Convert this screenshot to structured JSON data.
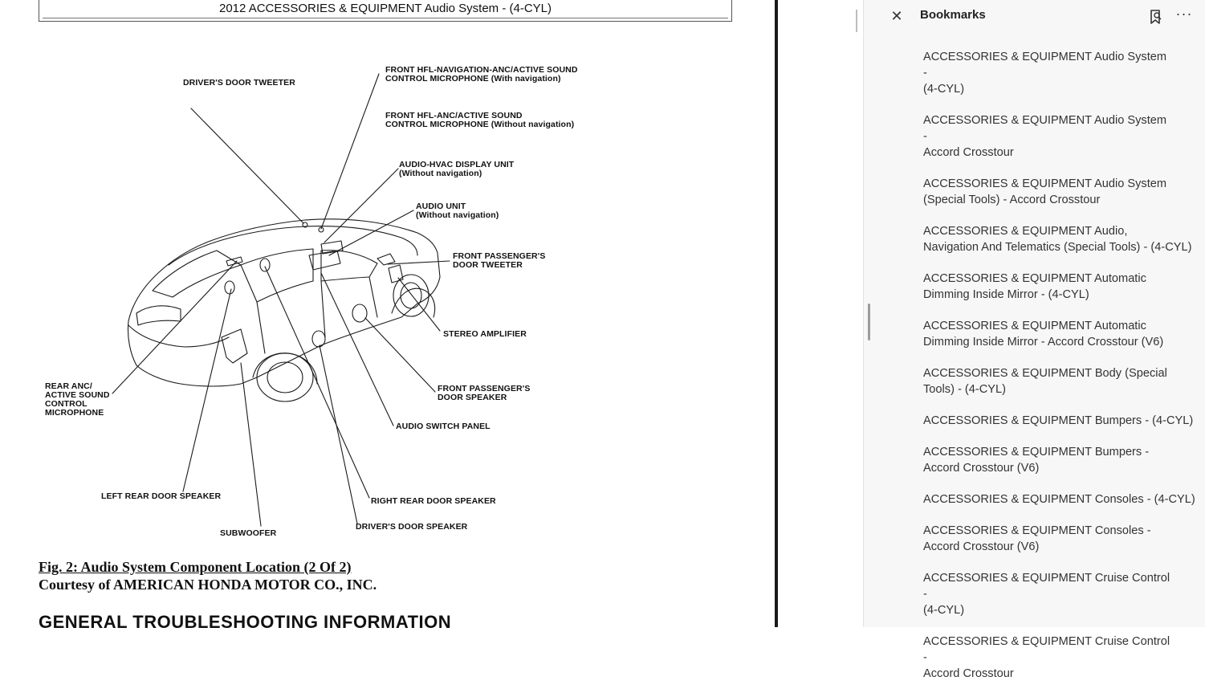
{
  "document": {
    "header_title": "2012 ACCESSORIES & EQUIPMENT Audio System - (4-CYL)",
    "diagram_labels": {
      "drivers_door_tweeter": "DRIVER'S DOOR TWEETER",
      "front_hfl_nav_1": "FRONT HFL-NAVIGATION-ANC/ACTIVE SOUND",
      "front_hfl_nav_2": "CONTROL MICROPHONE (With navigation)",
      "front_hfl_anc_1": "FRONT HFL-ANC/ACTIVE SOUND",
      "front_hfl_anc_2": "CONTROL MICROPHONE (Without navigation)",
      "audio_hvac_1": "AUDIO-HVAC DISPLAY UNIT",
      "audio_hvac_2": "(Without navigation)",
      "audio_unit_1": "AUDIO UNIT",
      "audio_unit_2": "(Without navigation)",
      "front_pass_tweeter_1": "FRONT PASSENGER'S",
      "front_pass_tweeter_2": "DOOR TWEETER",
      "stereo_amplifier": "STEREO AMPLIFIER",
      "front_pass_speaker_1": "FRONT PASSENGER'S",
      "front_pass_speaker_2": "DOOR SPEAKER",
      "audio_switch_panel": "AUDIO SWITCH PANEL",
      "rear_anc_1": "REAR ANC/",
      "rear_anc_2": "ACTIVE SOUND",
      "rear_anc_3": "CONTROL",
      "rear_anc_4": "MICROPHONE",
      "left_rear_door_speaker": "LEFT REAR DOOR SPEAKER",
      "right_rear_door_speaker": "RIGHT REAR DOOR SPEAKER",
      "subwoofer": "SUBWOOFER",
      "drivers_door_speaker": "DRIVER'S DOOR SPEAKER"
    },
    "caption_title": "Fig. 2: Audio System Component Location (2 Of 2)",
    "caption_courtesy": "Courtesy of AMERICAN HONDA MOTOR CO., INC.",
    "section_heading": "GENERAL TROUBLESHOOTING INFORMATION"
  },
  "bookmarks_panel": {
    "title": "Bookmarks",
    "close_icon": "close-icon",
    "bookmark_icon": "bookmark-icon",
    "more_icon": "more-options-icon",
    "items": [
      {
        "line1": "ACCESSORIES & EQUIPMENT Audio System -",
        "line2": "(4-CYL)"
      },
      {
        "line1": "ACCESSORIES & EQUIPMENT Audio System -",
        "line2": "Accord Crosstour"
      },
      {
        "line1": "ACCESSORIES & EQUIPMENT Audio System",
        "line2": "(Special Tools) - Accord Crosstour"
      },
      {
        "line1": "ACCESSORIES & EQUIPMENT Audio,",
        "line2": "Navigation And Telematics (Special Tools) - (4-CYL)"
      },
      {
        "line1": "ACCESSORIES & EQUIPMENT Automatic",
        "line2": "Dimming Inside Mirror - (4-CYL)"
      },
      {
        "line1": "ACCESSORIES & EQUIPMENT Automatic",
        "line2": "Dimming Inside Mirror - Accord Crosstour (V6)"
      },
      {
        "line1": "ACCESSORIES & EQUIPMENT Body (Special",
        "line2": "Tools) - (4-CYL)"
      },
      {
        "line1": "ACCESSORIES & EQUIPMENT Bumpers - (4-CYL)",
        "line2": ""
      },
      {
        "line1": "ACCESSORIES & EQUIPMENT Bumpers -",
        "line2": "Accord Crosstour (V6)"
      },
      {
        "line1": "ACCESSORIES & EQUIPMENT Consoles - (4-CYL)",
        "line2": ""
      },
      {
        "line1": "ACCESSORIES & EQUIPMENT Consoles -",
        "line2": "Accord Crosstour (V6)"
      },
      {
        "line1": "ACCESSORIES & EQUIPMENT Cruise Control -",
        "line2": "(4-CYL)"
      },
      {
        "line1": "ACCESSORIES & EQUIPMENT Cruise Control -",
        "line2": "Accord Crosstour"
      }
    ]
  }
}
